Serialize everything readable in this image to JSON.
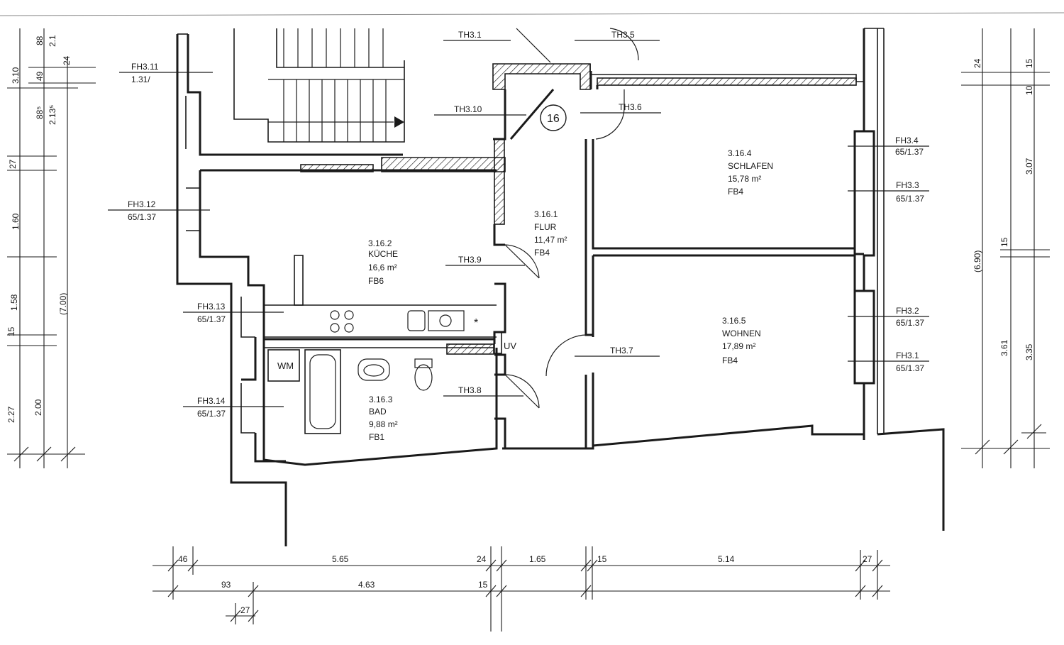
{
  "unit_number": "16",
  "rooms": {
    "flur": {
      "id": "3.16.1",
      "name": "FLUR",
      "area": "11,47 m²",
      "fb": "FB4"
    },
    "kueche": {
      "id": "3.16.2",
      "name": "KÜCHE",
      "area": "16,6 m²",
      "fb": "FB6"
    },
    "bad": {
      "id": "3.16.3",
      "name": "BAD",
      "area": "9,88 m²",
      "fb": "FB1"
    },
    "schlafen": {
      "id": "3.16.4",
      "name": "SCHLAFEN",
      "area": "15,78 m²",
      "fb": "FB4"
    },
    "wohnen": {
      "id": "3.16.5",
      "name": "WOHNEN",
      "area": "17,89 m²",
      "fb": "FB4"
    }
  },
  "doors": {
    "th1": "TH3.1",
    "th5": "TH3.5",
    "th6": "TH3.6",
    "th7": "TH3.7",
    "th8": "TH3.8",
    "th9": "TH3.9",
    "th10": "TH3.10"
  },
  "windows": {
    "fh1": {
      "id": "FH3.1",
      "size": "65/1.37"
    },
    "fh2": {
      "id": "FH3.2",
      "size": "65/1.37"
    },
    "fh3": {
      "id": "FH3.3",
      "size": "65/1.37"
    },
    "fh4": {
      "id": "FH3.4",
      "size": "65/1.37"
    },
    "fh11": {
      "id": "FH3.11",
      "size": "1.31/"
    },
    "fh12": {
      "id": "FH3.12",
      "size": "65/1.37"
    },
    "fh13": {
      "id": "FH3.13",
      "size": "65/1.37"
    },
    "fh14": {
      "id": "FH3.14",
      "size": "65/1.37"
    }
  },
  "fixtures": {
    "wm": "WM",
    "uv": "UV",
    "star": "*"
  },
  "dims_left": {
    "d310": "3.10",
    "d88": "88",
    "d21": "2.1",
    "d24": "24",
    "d49": "49",
    "d885": "88⁵",
    "d2135": "2.13⁵",
    "d27": "27",
    "d160": "1.60",
    "d700": "(7.00)",
    "d158": "1.58",
    "d15": "15",
    "d227": "2.27",
    "d200": "2.00"
  },
  "dims_right": {
    "d24": "24",
    "d15a": "15",
    "d10": "10",
    "d307": "3.07",
    "d690": "(6.90)",
    "d15b": "15",
    "d361": "3.61",
    "d335": "3.35"
  },
  "dims_bottom": {
    "r1": [
      "46",
      "5.65",
      "24",
      "1.65",
      "15",
      "5.14",
      "27"
    ],
    "r2": [
      "93",
      "4.63",
      "15"
    ],
    "r3": [
      "27"
    ]
  }
}
